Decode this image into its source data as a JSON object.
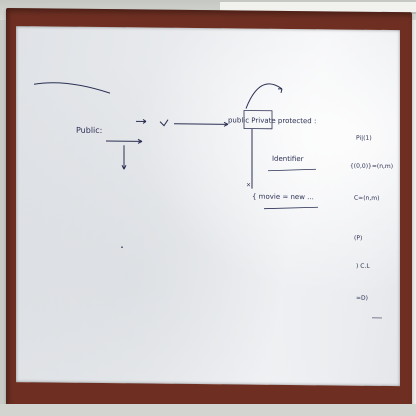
{
  "whiteboard": {
    "left_text": "Public:",
    "modifiers": "public   Private   protected  :",
    "mid_line": "Identifier",
    "statement": "{ movie = new ...",
    "right_column": [
      "Pi|(1)",
      "{(0,0)}=(n,m)",
      "C=(n,m)",
      "(P)",
      ") C.L",
      "=D)"
    ]
  },
  "colors": {
    "frame": "#6e2f22",
    "board": "#e9ebee",
    "ink": "#2b2f52"
  }
}
